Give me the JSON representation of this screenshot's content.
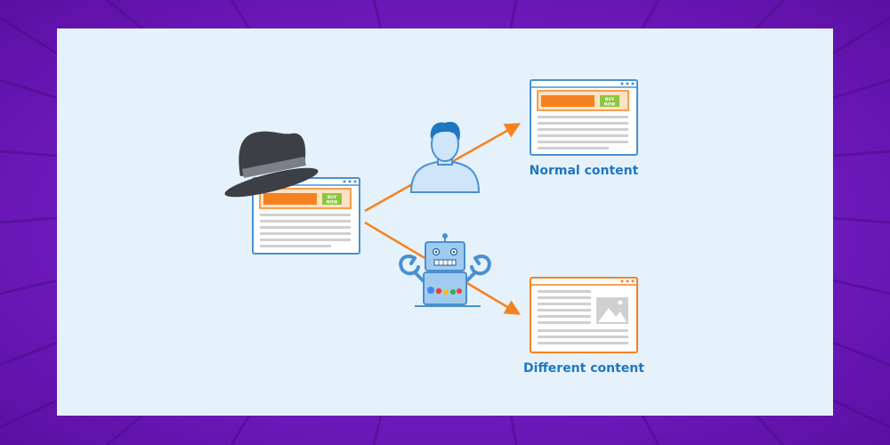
{
  "colors": {
    "frame": "#6a1bb5",
    "frame_dark": "#4a0d8a",
    "panel": "#e5f2fc",
    "outline_blue": "#4a90d0",
    "accent_orange": "#f58220",
    "button_green": "#8cc63f",
    "label_blue": "#1f77c2",
    "hat": "#3c3f45"
  },
  "browser_button_text": [
    "BUY",
    "NOW"
  ],
  "labels": {
    "normal": "Normal content",
    "different": "Different content"
  },
  "icons": [
    "black-hat-icon",
    "person-icon",
    "robot-icon",
    "image-placeholder-icon"
  ]
}
